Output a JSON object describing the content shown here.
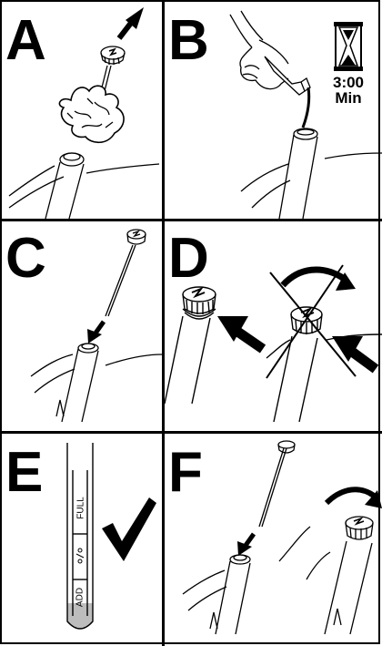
{
  "panels": [
    {
      "letter": "A"
    },
    {
      "letter": "B",
      "timer": {
        "time": "3:00",
        "unit": "Min"
      }
    },
    {
      "letter": "C"
    },
    {
      "letter": "D"
    },
    {
      "letter": "E",
      "dipstick_marks": {
        "add": "ADD",
        "full": "FULL"
      }
    },
    {
      "letter": "F"
    }
  ],
  "colors": {
    "ink": "#000000",
    "oil_level": "#bdbdbd",
    "paper": "#ffffff"
  },
  "icons": [
    "arrow-up-right-icon",
    "hourglass-icon",
    "arrow-down-icon",
    "rotate-arrow-icon",
    "cross-out-icon",
    "checkmark-icon"
  ]
}
